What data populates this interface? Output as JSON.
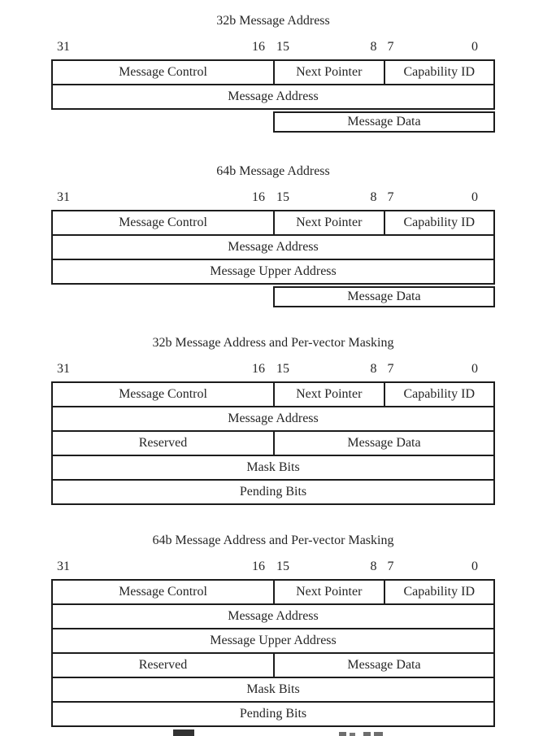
{
  "figure": {
    "background": "#ffffff",
    "line_color": "#1c1c1c",
    "text_color": "#262626"
  },
  "bit_labels": {
    "b31": "31",
    "b16": "16",
    "b15": "15",
    "b8": "8",
    "b7": "7",
    "b0": "0"
  },
  "sections": [
    {
      "title": "32b Message Address",
      "rows": [
        {
          "cells": [
            "Message Control",
            "Next Pointer",
            "Capability ID"
          ]
        },
        {
          "cells": [
            "Message Address"
          ]
        },
        {
          "cells": [
            "Message Data"
          ]
        }
      ]
    },
    {
      "title": "64b Message Address",
      "rows": [
        {
          "cells": [
            "Message Control",
            "Next Pointer",
            "Capability ID"
          ]
        },
        {
          "cells": [
            "Message Address"
          ]
        },
        {
          "cells": [
            "Message Upper Address"
          ]
        },
        {
          "cells": [
            "Message Data"
          ]
        }
      ]
    },
    {
      "title": "32b Message Address and Per-vector Masking",
      "rows": [
        {
          "cells": [
            "Message Control",
            "Next Pointer",
            "Capability ID"
          ]
        },
        {
          "cells": [
            "Message Address"
          ]
        },
        {
          "cells": [
            "Reserved",
            "Message Data"
          ]
        },
        {
          "cells": [
            "Mask Bits"
          ]
        },
        {
          "cells": [
            "Pending Bits"
          ]
        }
      ]
    },
    {
      "title": "64b Message Address and Per-vector Masking",
      "rows": [
        {
          "cells": [
            "Message Control",
            "Next Pointer",
            "Capability ID"
          ]
        },
        {
          "cells": [
            "Message Address"
          ]
        },
        {
          "cells": [
            "Message Upper Address"
          ]
        },
        {
          "cells": [
            "Reserved",
            "Message Data"
          ]
        },
        {
          "cells": [
            "Mask Bits"
          ]
        },
        {
          "cells": [
            "Pending Bits"
          ]
        }
      ]
    }
  ]
}
